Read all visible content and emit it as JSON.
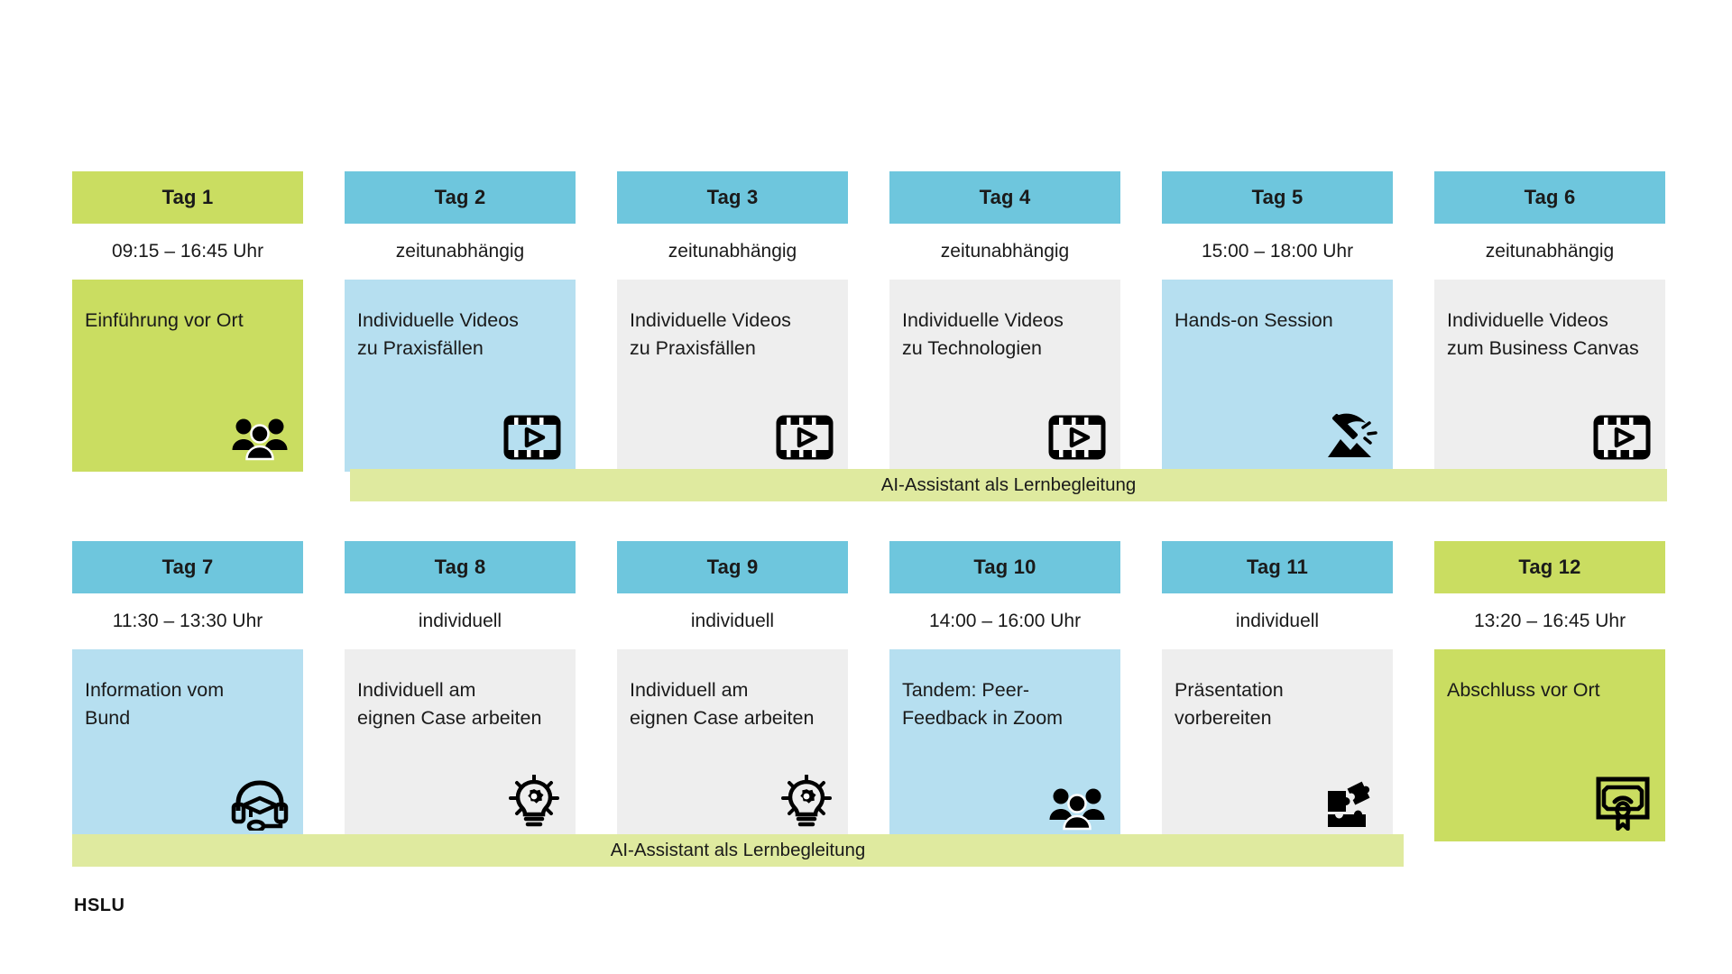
{
  "colors": {
    "green_header": "#cadd61",
    "green_body": "#cadd61",
    "blue_header": "#6ec6dd",
    "blue_body": "#b6dff0",
    "gray_body": "#eeeeee",
    "ai_bar": "#dfea9f",
    "text": "#1a1a1a",
    "page_background": "#ffffff"
  },
  "logo": {
    "text": "HSLU"
  },
  "ai_bars": [
    {
      "label": "AI-Assistant als Lernbegleitung"
    },
    {
      "label": "AI-Assistant als Lernbegleitung"
    }
  ],
  "rows": [
    {
      "days": [
        {
          "header": "Tag 1",
          "header_style": "green",
          "time": "09:15 – 16:45 Uhr",
          "text": "Einführung vor Ort",
          "body_style": "green",
          "icon": "group-of-people-icon"
        },
        {
          "header": "Tag 2",
          "header_style": "blue",
          "time": "zeitunabhängig",
          "text": "Individuelle Videos\nzu Praxisfällen",
          "body_style": "blue",
          "icon": "video-film-icon"
        },
        {
          "header": "Tag 3",
          "header_style": "blue",
          "time": "zeitunabhängig",
          "text": "Individuelle Videos\nzu Praxisfällen",
          "body_style": "gray",
          "icon": "video-film-icon"
        },
        {
          "header": "Tag 4",
          "header_style": "blue",
          "time": "zeitunabhängig",
          "text": "Individuelle Videos\nzu Technologien",
          "body_style": "gray",
          "icon": "video-film-icon"
        },
        {
          "header": "Tag 5",
          "header_style": "blue",
          "time": "15:00 – 18:00 Uhr",
          "text": "Hands-on Session",
          "body_style": "blue",
          "icon": "pickaxe-rock-icon"
        },
        {
          "header": "Tag 6",
          "header_style": "blue",
          "time": "zeitunabhängig",
          "text": "Individuelle Videos\nzum Business Canvas",
          "body_style": "gray",
          "icon": "video-film-icon"
        }
      ]
    },
    {
      "days": [
        {
          "header": "Tag 7",
          "header_style": "blue",
          "time": "11:30 – 13:30 Uhr",
          "text": "Information vom\nBund",
          "body_style": "blue",
          "icon": "headset-graduate-icon"
        },
        {
          "header": "Tag 8",
          "header_style": "blue",
          "time": "individuell",
          "text": "Individuell am\neignen Case arbeiten",
          "body_style": "gray",
          "icon": "lightbulb-gear-icon"
        },
        {
          "header": "Tag 9",
          "header_style": "blue",
          "time": "individuell",
          "text": "Individuell am\neignen Case arbeiten",
          "body_style": "gray",
          "icon": "lightbulb-gear-icon"
        },
        {
          "header": "Tag 10",
          "header_style": "blue",
          "time": "14:00 – 16:00 Uhr",
          "text": "Tandem: Peer-\nFeedback in Zoom",
          "body_style": "blue",
          "icon": "group-of-people-icon"
        },
        {
          "header": "Tag 11",
          "header_style": "blue",
          "time": "individuell",
          "text": "Präsentation\nvorbereiten",
          "body_style": "gray",
          "icon": "puzzle-pieces-icon"
        },
        {
          "header": "Tag 12",
          "header_style": "green",
          "time": "13:20 – 16:45 Uhr",
          "text": "Abschluss vor Ort",
          "body_style": "green",
          "icon": "certificate-icon"
        }
      ]
    }
  ]
}
